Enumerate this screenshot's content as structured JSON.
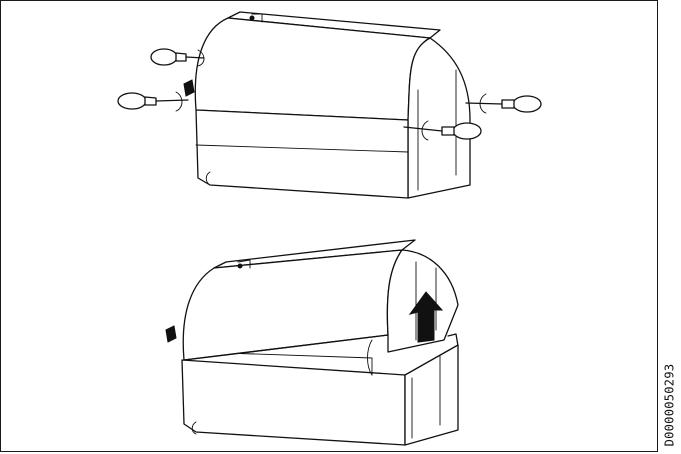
{
  "figure": {
    "document_code": "D0000050293",
    "steps": [
      {
        "step": "unscrew-cover-screws"
      },
      {
        "step": "lift-off-cover"
      }
    ],
    "icons": [
      "screwdriver-icon",
      "rotation-arrow-icon",
      "lift-arrow-icon"
    ]
  }
}
